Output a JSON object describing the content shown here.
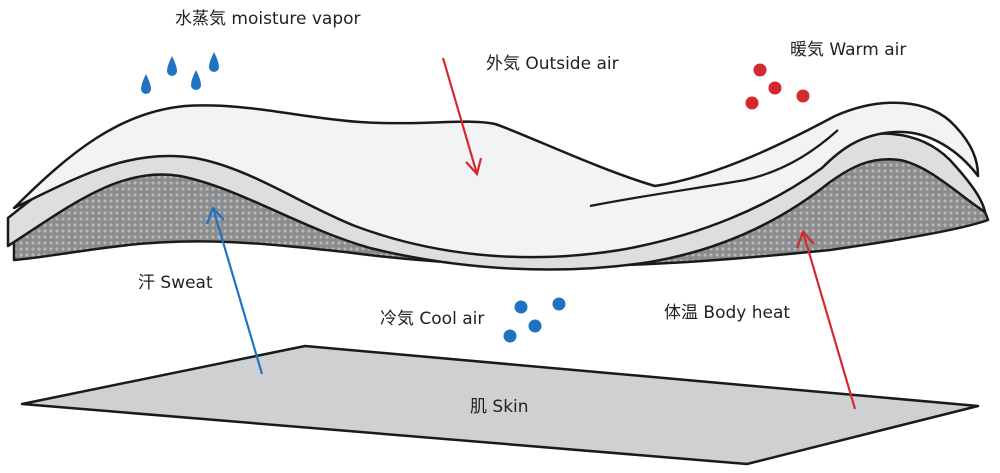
{
  "labels": {
    "moisture_vapor": "水蒸気 moisture vapor",
    "outside_air": "外気 Outside air",
    "warm_air": "暖気 Warm air",
    "sweat": "汗 Sweat",
    "cool_air": "冷気 Cool air",
    "body_heat": "体温 Body heat",
    "skin": "肌 Skin"
  },
  "colors": {
    "outline": "#1a1a1a",
    "outer_layer": "#f2f3f4",
    "middle_layer": "#dcdedf",
    "inner_mesh": "#8a8b8d",
    "mesh_dots": "#b6b7b9",
    "skin": "#cfd0d1",
    "cold": "#1f73c1",
    "warm": "#d42a2f"
  },
  "icons": {
    "vapor": "water-drop-icon",
    "warm_particles": "red-dot-icon",
    "cool_particles": "blue-dot-icon"
  }
}
